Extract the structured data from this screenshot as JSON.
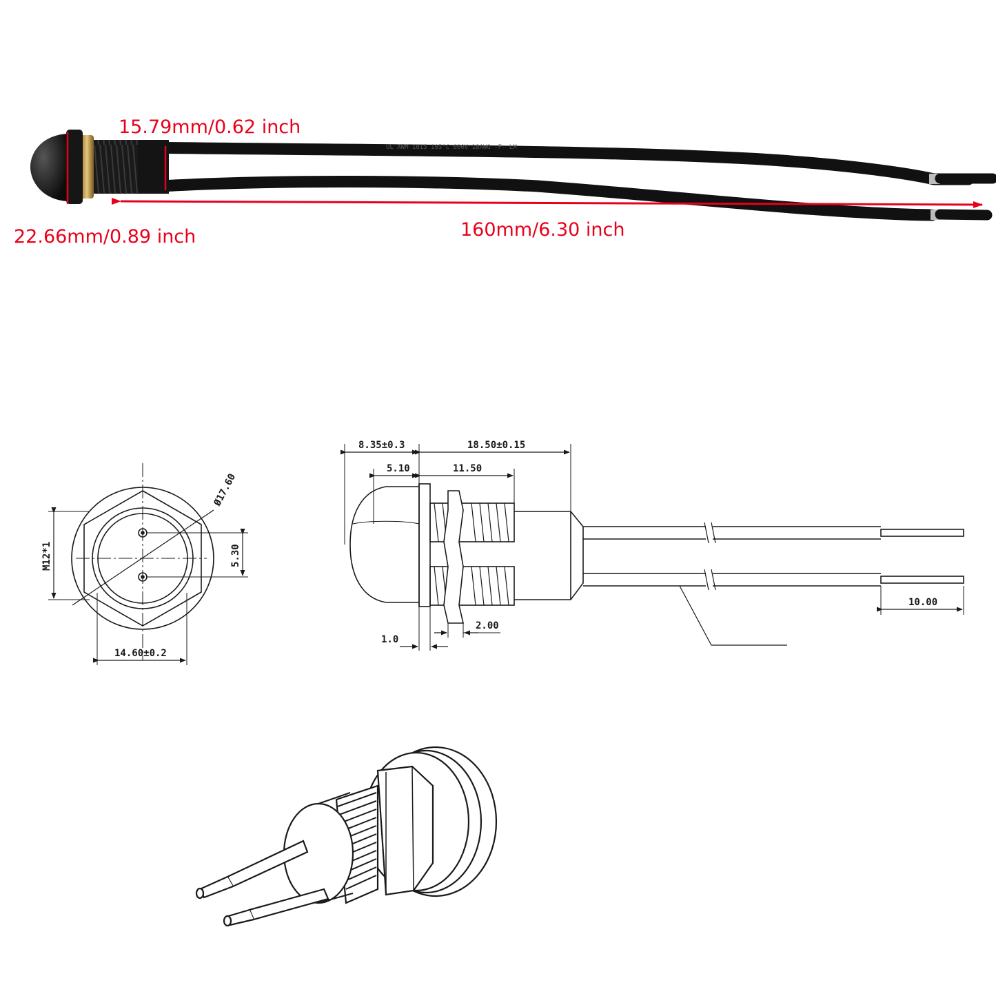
{
  "photo": {
    "dim_width": "15.79mm/0.62 inch",
    "dim_height": "22.66mm/0.89 inch",
    "dim_length": "160mm/6.30 inch",
    "dim_color": "#e8001a"
  },
  "front_view": {
    "thread": "M12*1",
    "diameter": "Ø17.60",
    "hex_width": "14.60±0.2",
    "pin_spacing": "5.30"
  },
  "side_view": {
    "cap_total": "8.35±0.3",
    "body_length": "18.50±0.15",
    "cap_dome": "5.10",
    "thread_length": "11.50",
    "nut_thickness": "2.00",
    "washer": "1.0",
    "wire_strip": "10.00"
  },
  "colors": {
    "line": "#1a1a1a",
    "cable": "#111111"
  }
}
